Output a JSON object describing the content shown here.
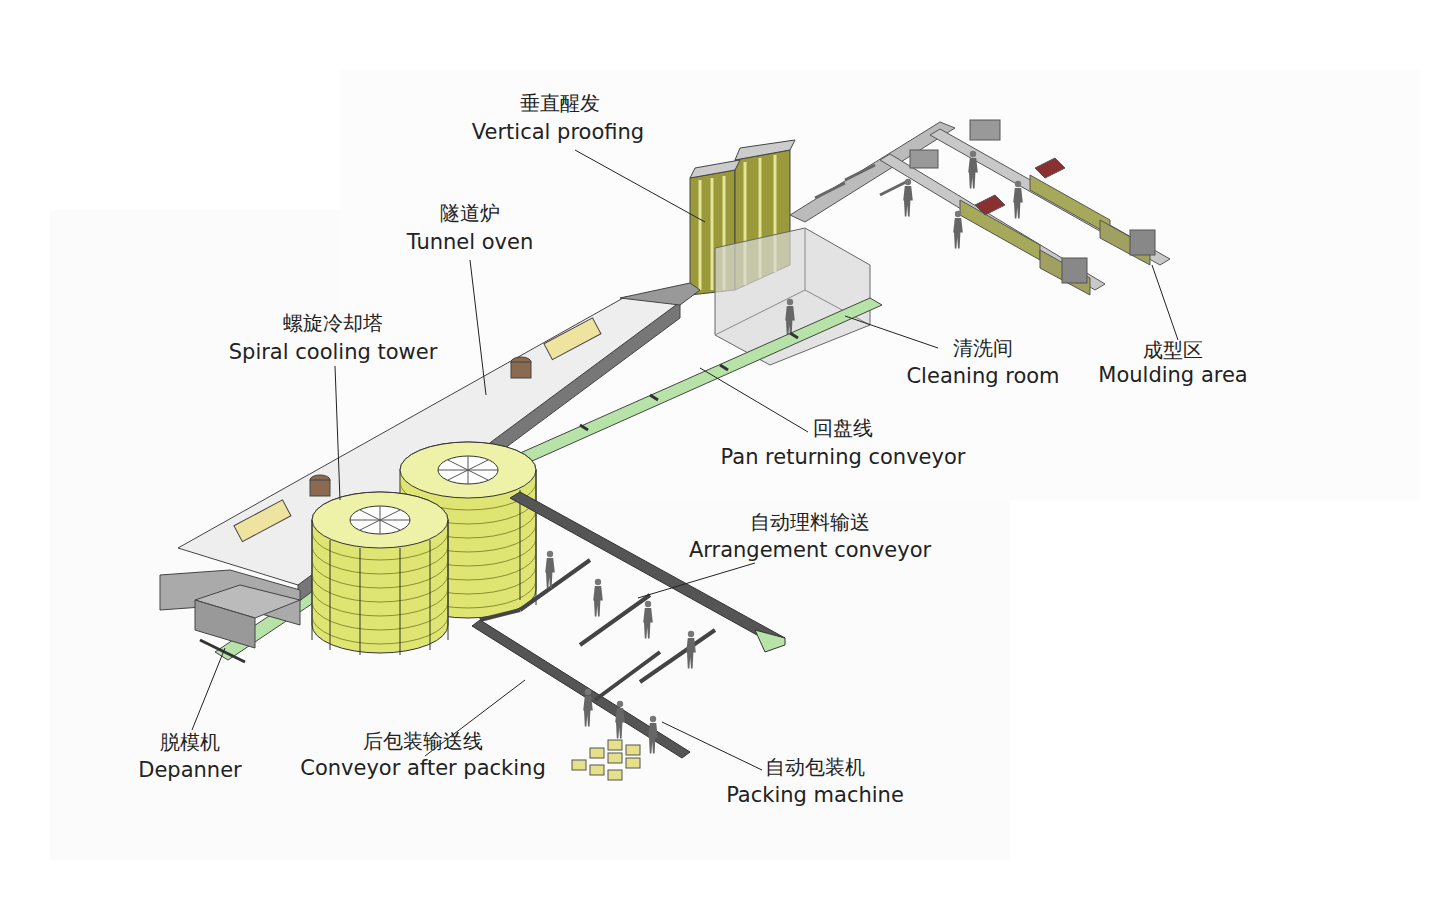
{
  "diagram": {
    "labels": [
      "垂直醒发",
      "Vertical proofing",
      "隧道炉",
      "Tunnel oven",
      "螺旋冷却塔",
      "Spiral cooling tower",
      "清洗间",
      "Cleaning room",
      "成型区",
      "Moulding area",
      "回盘线",
      "Pan returning conveyor",
      "自动理料输送",
      "Arrangement conveyor",
      "脱模机",
      "Depanner",
      "后包装输送线",
      "Conveyor after packing",
      "自动包装机",
      "Packing machine"
    ]
  }
}
